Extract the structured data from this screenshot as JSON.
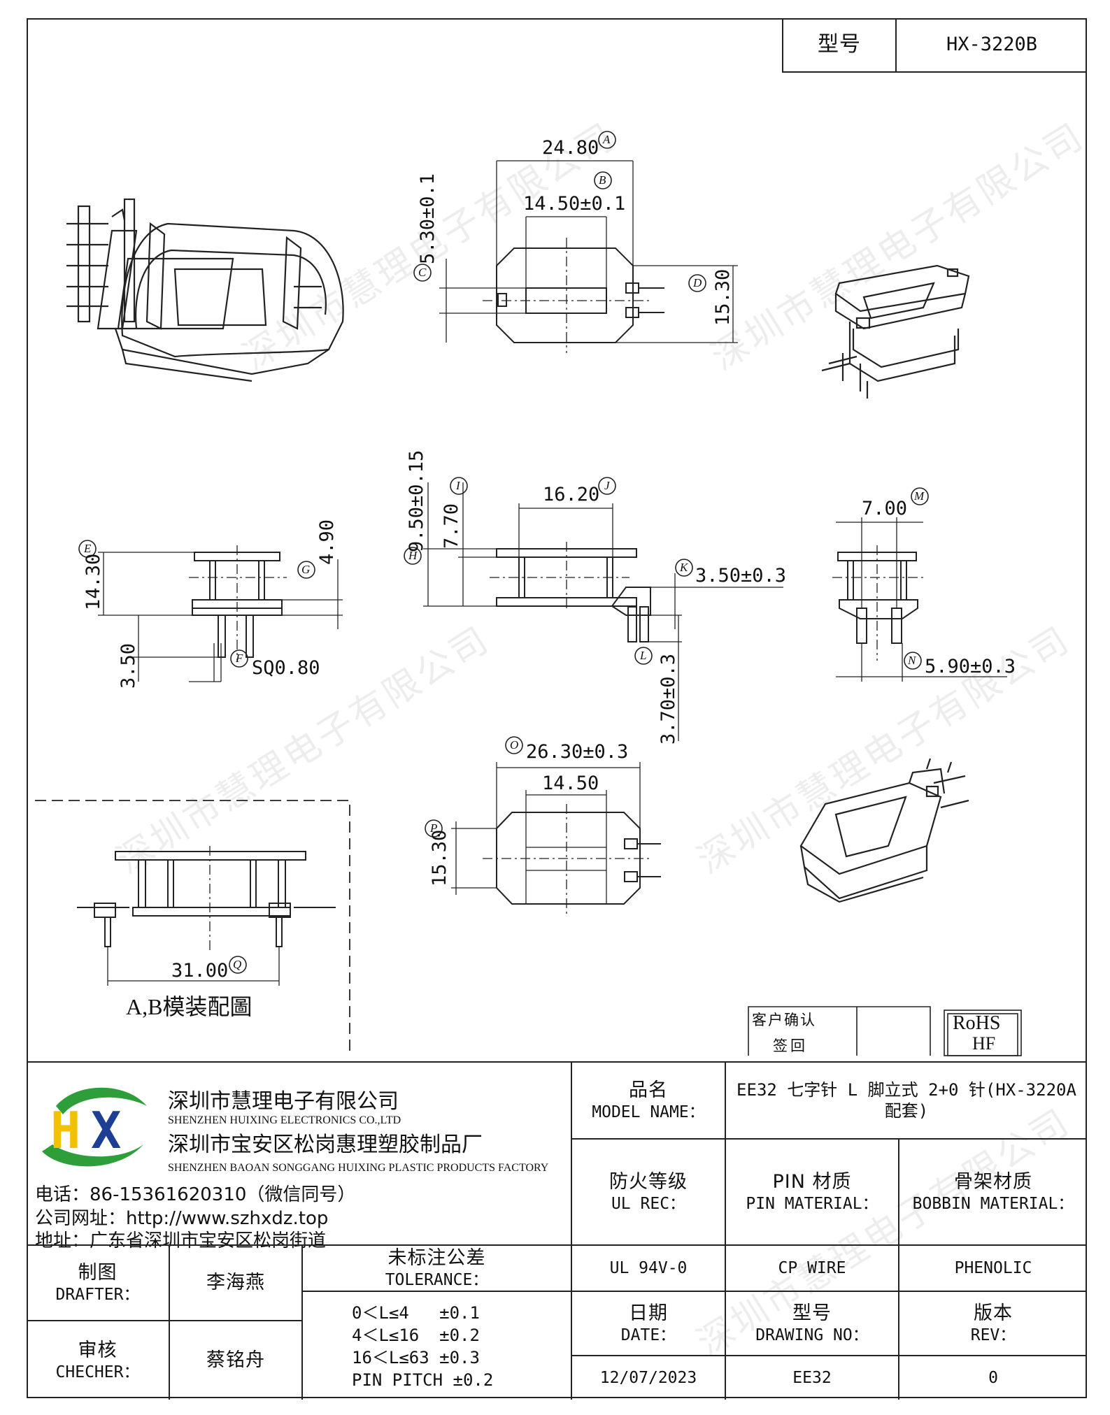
{
  "model_box": {
    "label": "型号",
    "value": "HX-3220B"
  },
  "dims": {
    "A": "24.80",
    "B": "14.50±0.1",
    "C": "5.30±0.1",
    "D": "15.30",
    "E": "14.30",
    "G": "4.90",
    "pin_len": "3.50",
    "F": "SQ0.80",
    "H": "9.50±0.15",
    "I": "7.70",
    "J": "16.20",
    "K": "3.50±0.3",
    "L": "3.70±0.3",
    "M": "7.00",
    "N": "5.90±0.3",
    "O": "26.30±0.3",
    "O_inner": "14.50",
    "P": "15.30",
    "Q": "31.00"
  },
  "circles": [
    "A",
    "B",
    "C",
    "D",
    "E",
    "F",
    "G",
    "H",
    "I",
    "J",
    "K",
    "L",
    "M",
    "N",
    "O",
    "P",
    "Q"
  ],
  "ab_caption": "A,B模装配圖",
  "signoff": {
    "customer_line1": "客户确认",
    "customer_line2": "签回",
    "rohs": "RoHS",
    "hf": "HF"
  },
  "company": {
    "logo_text": "HX",
    "name_cn": "深圳市慧理电子有限公司",
    "name_en": "SHENZHEN HUIXING ELECTRONICS CO.,LTD",
    "factory_cn": "深圳市宝安区松岗惠理塑胶制品厂",
    "factory_en": "SHENZHEN BAOAN SONGGANG HUIXING PLASTIC PRODUCTS FACTORY",
    "phone": "电话：86-15361620310（微信同号）",
    "website": "公司网址：http://www.szhxdz.top",
    "address": "地址：广东省深圳市宝安区松岗街道"
  },
  "title_block": {
    "model_name_cn": "品名",
    "model_name_en": "MODEL NAME：",
    "model_name_value": "EE32 七字针 L 脚立式 2+0 针(HX-3220A 配套)",
    "ul_cn": "防火等级",
    "ul_en": "UL REC：",
    "pin_cn": "PIN 材质",
    "pin_en": "PIN MATERIAL：",
    "bobbin_cn": "骨架材质",
    "bobbin_en": "BOBBIN MATERIAL：",
    "ul_value": "UL 94V-0",
    "pin_value": "CP WIRE",
    "bobbin_value": "PHENOLIC",
    "date_cn": "日期",
    "date_en": "DATE：",
    "drawing_cn": "型号",
    "drawing_en": "DRAWING NO：",
    "rev_cn": "版本",
    "rev_en": "REV：",
    "date_value": "12/07/2023",
    "drawing_value": "EE32",
    "rev_value": "0",
    "drafter_cn": "制图",
    "drafter_en": "DRAFTER：",
    "drafter_name": "李海燕",
    "checker_cn": "审核",
    "checker_en": "CHECHER：",
    "checker_name": "蔡铭舟",
    "tol_cn": "未标注公差",
    "tol_en": "TOLERANCE：",
    "tol_rows": [
      "0＜L≤4   ±0.1",
      "4＜L≤16  ±0.2",
      "16＜L≤63 ±0.3",
      "PIN PITCH ±0.2"
    ]
  },
  "watermark": "深圳市慧理电子有限公司",
  "colors": {
    "logo_green": "#2e9e3a",
    "logo_yellow": "#f2c200",
    "logo_blue": "#1c3f94"
  }
}
